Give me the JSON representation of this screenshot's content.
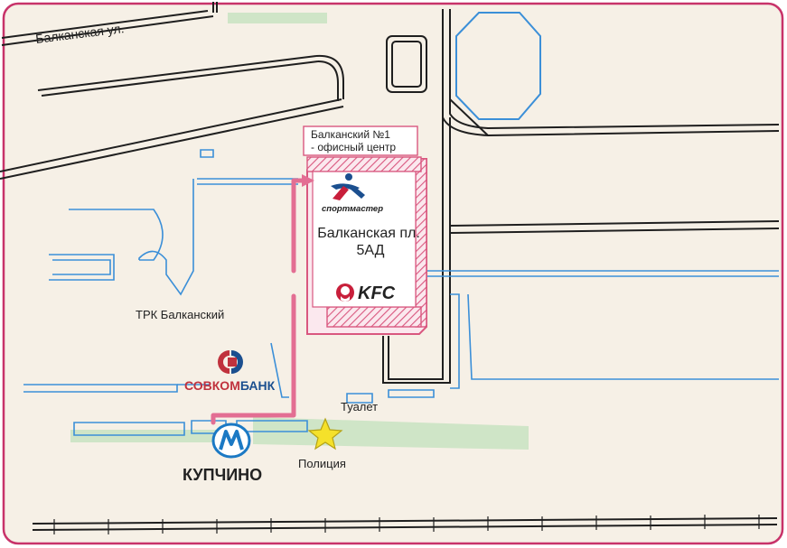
{
  "map": {
    "street_label": "Балканская ул.",
    "office_line1": "Балканский №1",
    "office_line2": "- офисный центр",
    "address_line1": "Балканская пл.",
    "address_line2": "5АД",
    "mall_label": "ТРК Балканский",
    "toilet_label": "Туалет",
    "police_label": "Полиция",
    "metro_label": "КУПЧИНО",
    "sportmaster_text": "спортмастер",
    "kfc_text": "KFC",
    "sovcombank_text_a": "СОВКОМ",
    "sovcombank_text_b": "БАНК"
  },
  "colors": {
    "paper": "#f6f0e6",
    "border": "#c8336a",
    "route": "#e36e93",
    "building_hatch": "#d9577f",
    "road": "#1f1f1f",
    "footpath": "#3b8fd8",
    "green_area": "#cfe5c7",
    "metro_blue": "#1b79c4",
    "star": "#f5e12a",
    "kfc_red": "#c81f3b",
    "sovcom_red": "#c0323d",
    "sovcom_blue": "#1b4f8f"
  },
  "icons": [
    "metro-icon",
    "star-icon",
    "sportmaster-logo",
    "kfc-logo",
    "sovcombank-logo"
  ]
}
